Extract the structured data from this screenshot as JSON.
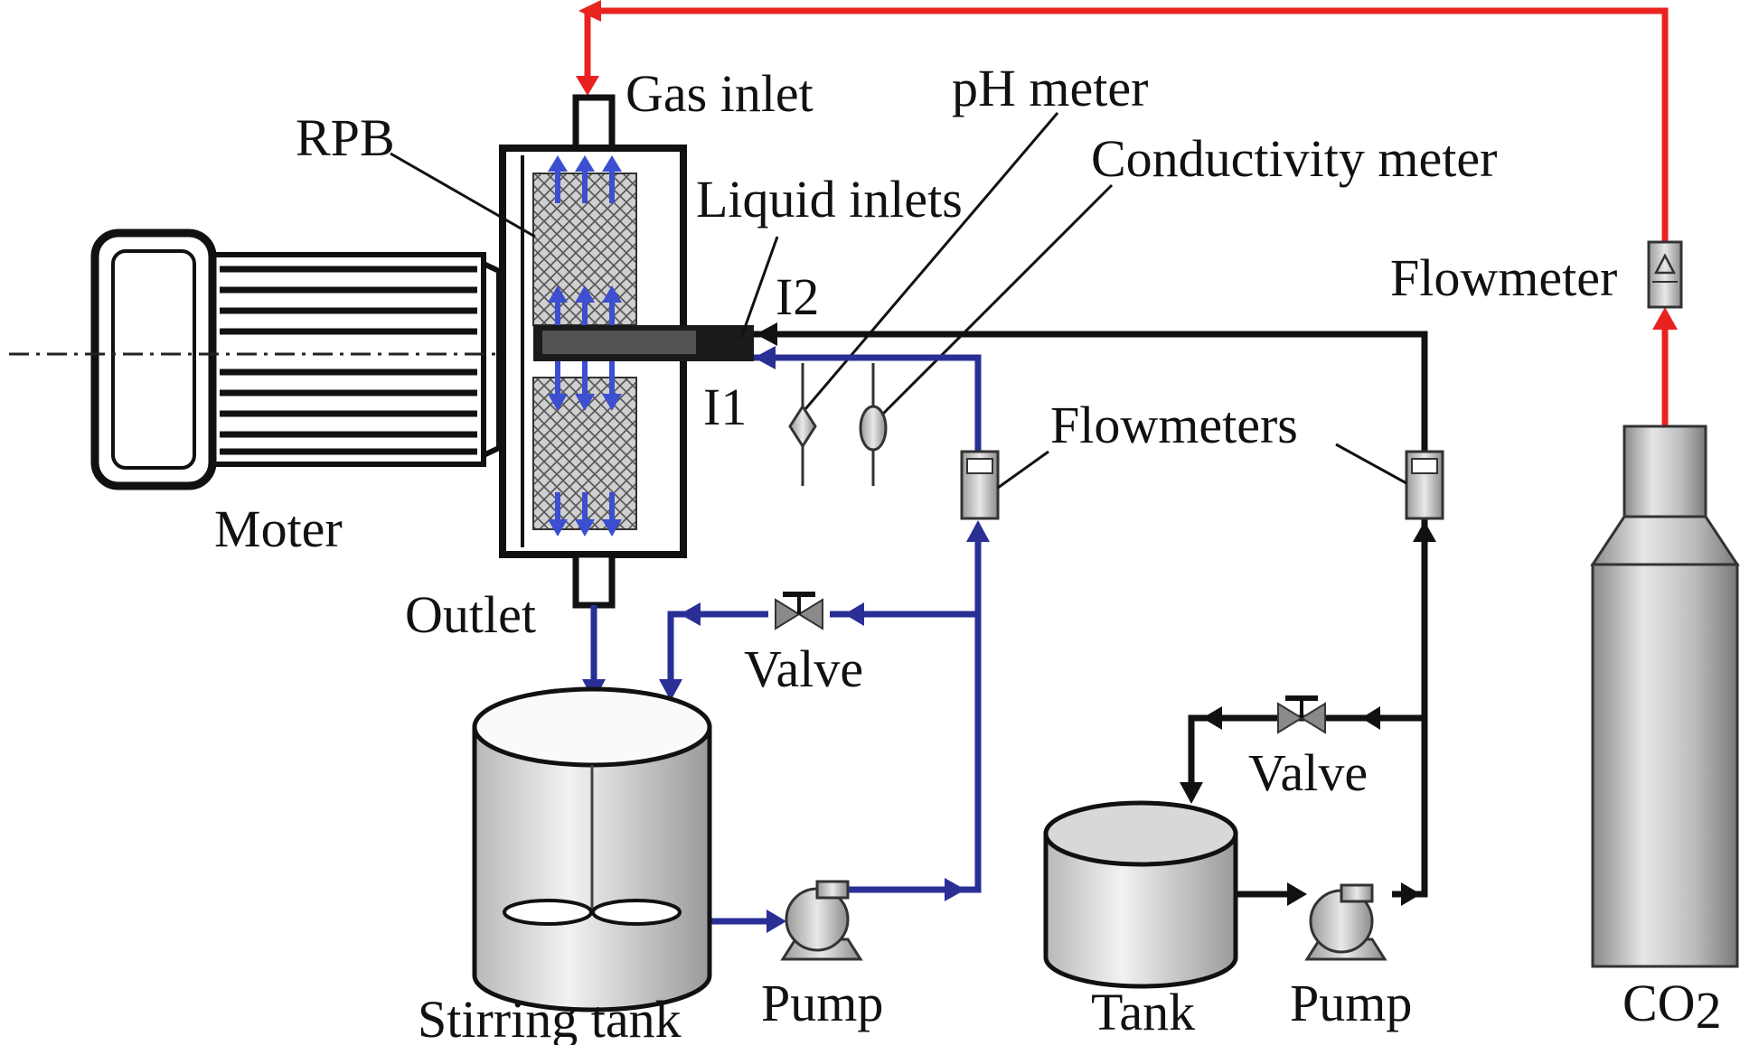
{
  "labels": {
    "gas_inlet": "Gas inlet",
    "ph_meter": "pH meter",
    "conductivity_meter": "Conductivity meter",
    "rpb": "RPB",
    "liquid_inlets": "Liquid inlets",
    "i2": "I2",
    "i1": "I1",
    "flowmeter": "Flowmeter",
    "flowmeters": "Flowmeters",
    "moter": "Moter",
    "outlet": "Outlet",
    "valve_left": "Valve",
    "valve_right": "Valve",
    "stirring_tank": "Stirring tank",
    "pump_left": "Pump",
    "tank": "Tank",
    "pump_right": "Pump",
    "co2_main": "CO",
    "co2_sub": "2"
  },
  "colors": {
    "gas_line": "#e8231f",
    "blue_line": "#2a2f96",
    "black_line": "#111111",
    "arrow_in_rpb": "#3b4fd0"
  }
}
